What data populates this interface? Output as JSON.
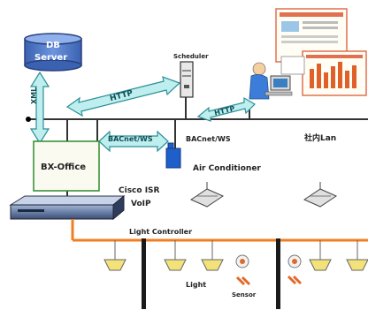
{
  "db_server": {
    "line1": "DB",
    "line2": "Server"
  },
  "links": {
    "xml": "XML",
    "http_top": "HTTP",
    "http_right": "HTTP",
    "bacnet_ws_arrow": "BACnet/WS"
  },
  "nodes": {
    "scheduler": "Scheduler",
    "bacnet_ws_device": "BACnet/WS",
    "bx_office": "BX-Office",
    "air_conditioner": "Air Conditioner",
    "cisco_line1": "Cisco ISR",
    "cisco_line2": "VoIP",
    "light_controller": "Light Controller",
    "light": "Light",
    "sensor": "Sensor",
    "lan": "社内Lan"
  },
  "colors": {
    "arrow_fill": "#bfeeee",
    "arrow_stroke": "#2a8f98",
    "db_fill": "#4f79c7",
    "bx_office_border": "#2e8b2e",
    "light_bus": "#f07d20",
    "network_line": "#333333"
  }
}
